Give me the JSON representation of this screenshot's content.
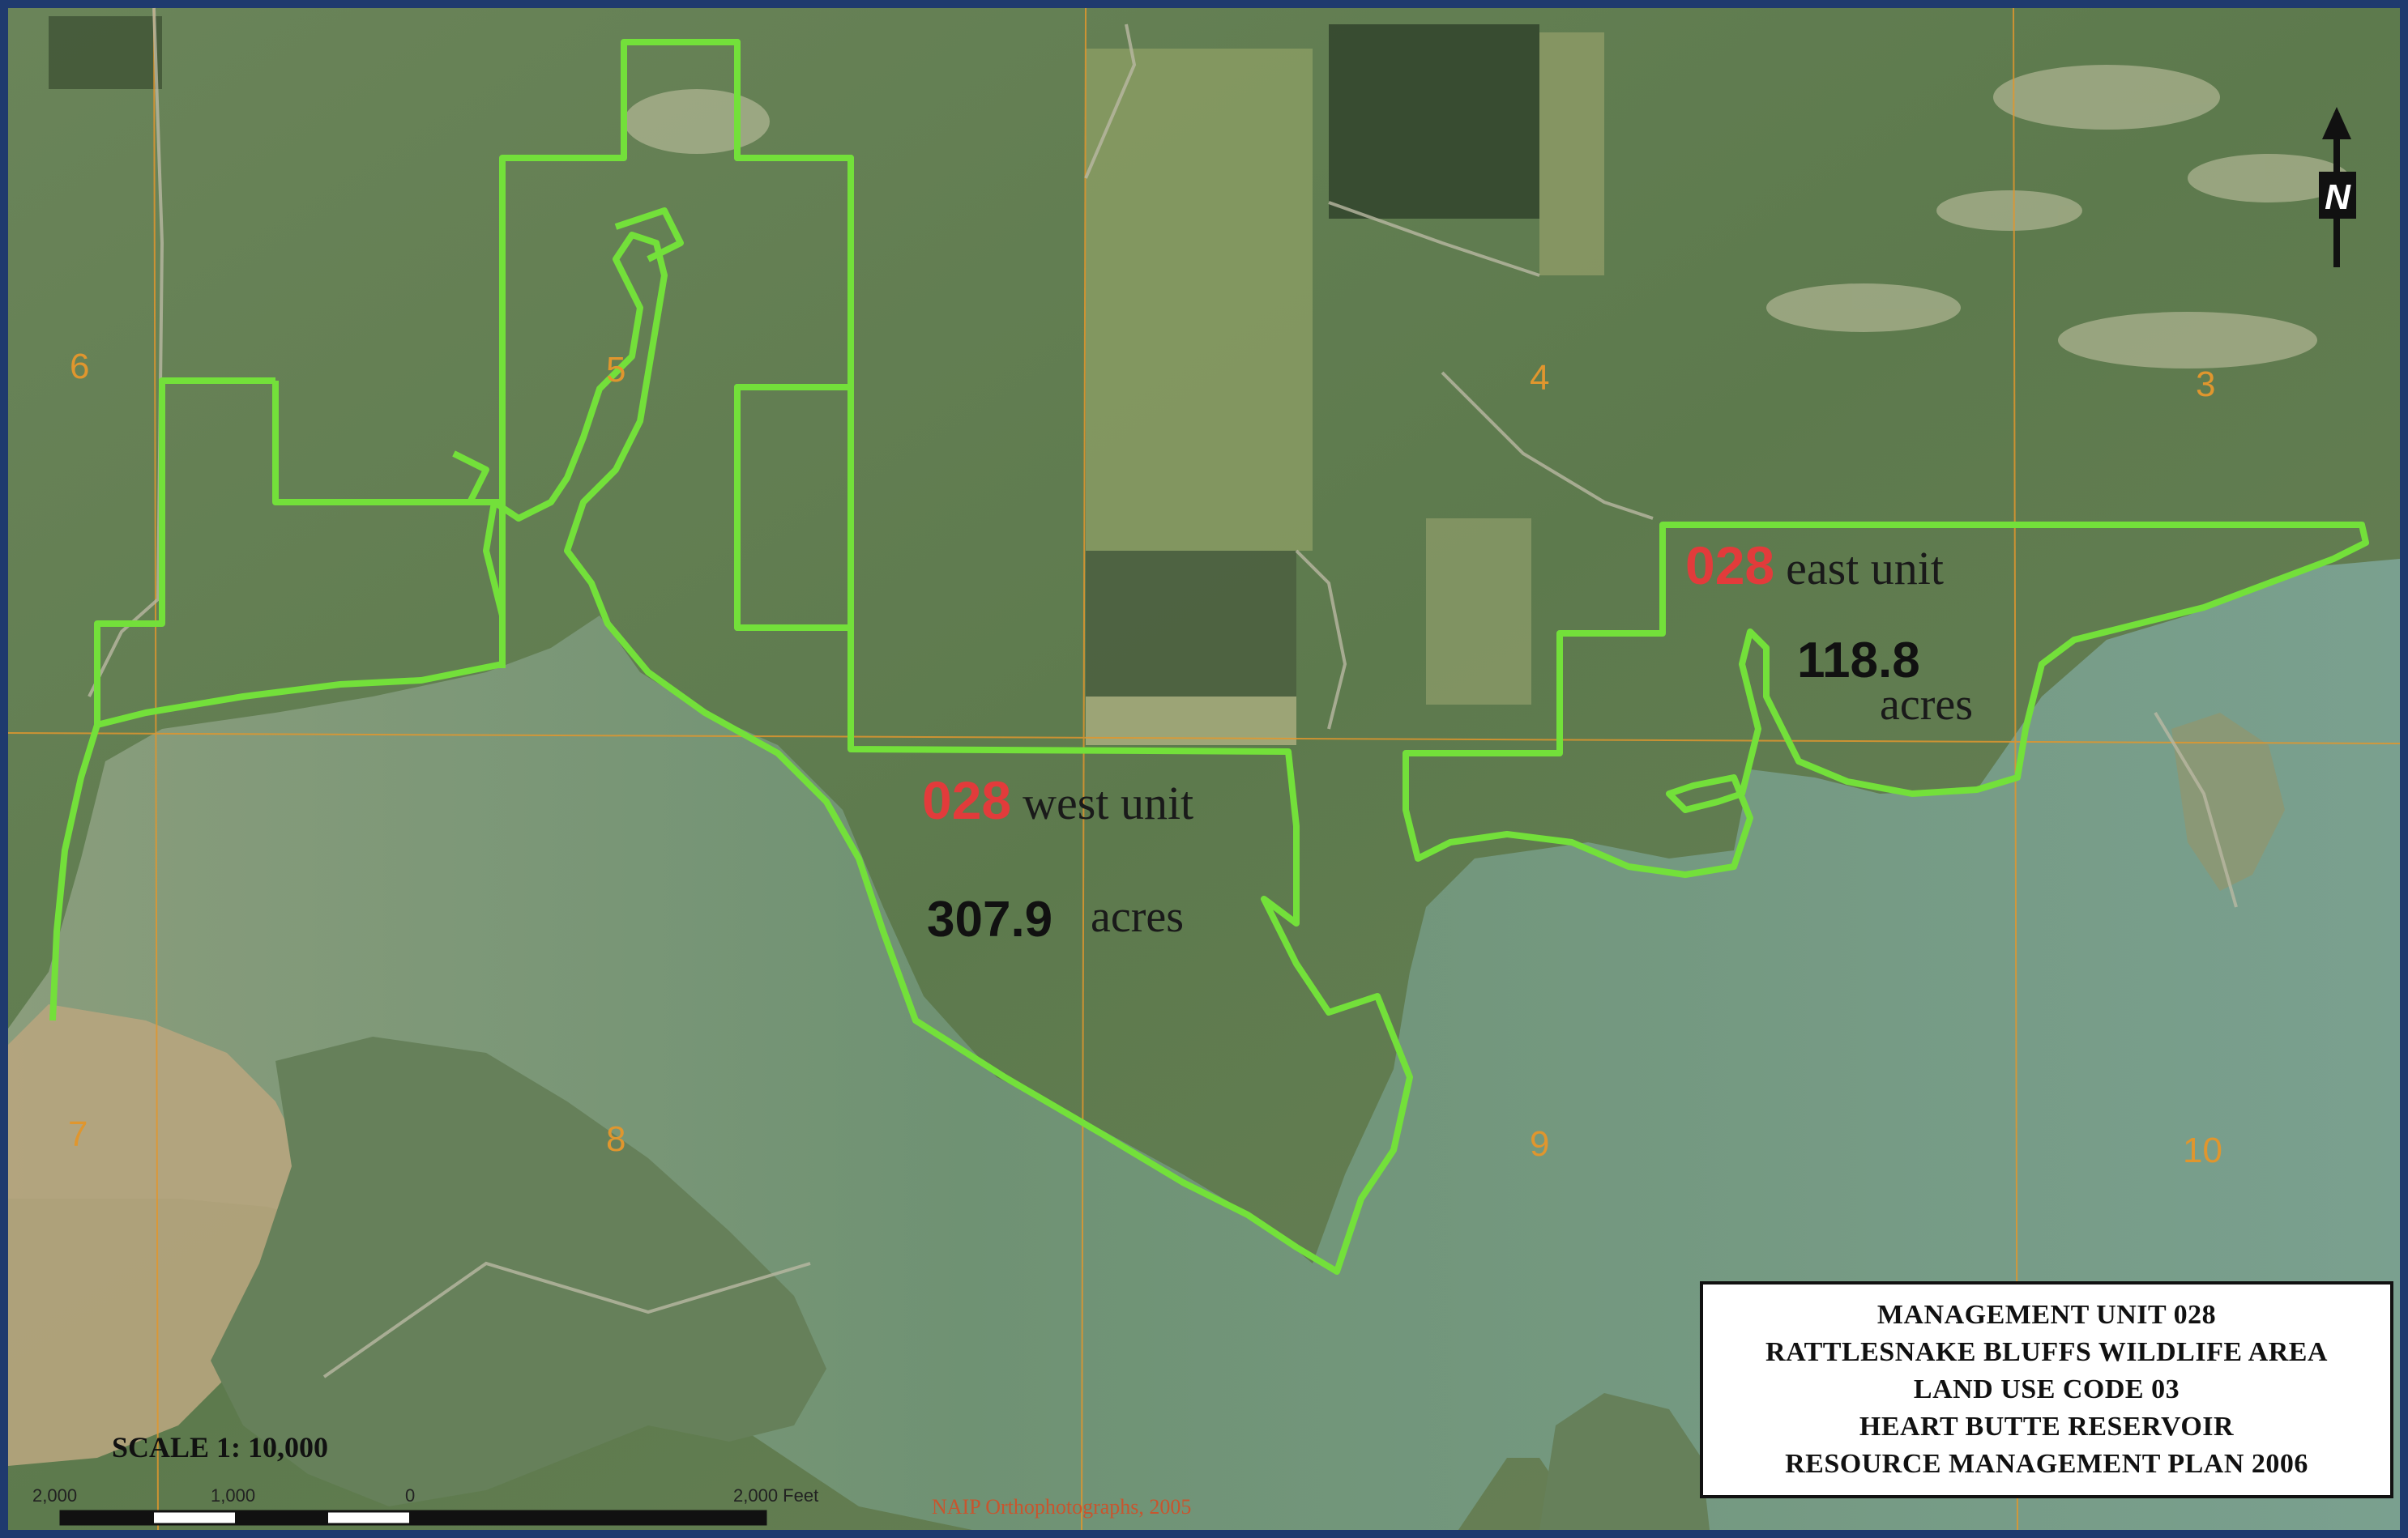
{
  "sections": {
    "s3": "3",
    "s4": "4",
    "s5": "5",
    "s6": "6",
    "s7": "7",
    "s8": "8",
    "s9": "9",
    "s10": "10"
  },
  "units": {
    "east": {
      "code": "028",
      "name": "east unit",
      "acres": "118.8",
      "acres_word": "acres"
    },
    "west": {
      "code": "028",
      "name": "west unit",
      "acres": "307.9",
      "acres_word": "acres"
    }
  },
  "title_block": {
    "line1": "MANAGEMENT UNIT 028",
    "line2": "RATTLESNAKE BLUFFS WILDLIFE AREA",
    "line3": "LAND USE CODE 03",
    "line4": "HEART BUTTE RESERVOIR",
    "line5": "RESOURCE MANAGEMENT PLAN 2006"
  },
  "scale": {
    "title": "SCALE 1: 10,000",
    "tick_a": "2,000",
    "tick_b": "1,000",
    "tick_c": "0",
    "tick_d": "2,000 Feet"
  },
  "credit": "NAIP Orthophotographs, 2005",
  "north_label": "N",
  "colors": {
    "boundary": "#73e03a",
    "water": "#7f9e7a",
    "land": "#5f7a4e",
    "section_lines": "#e0962e",
    "unit_code": "#e23b3b"
  }
}
